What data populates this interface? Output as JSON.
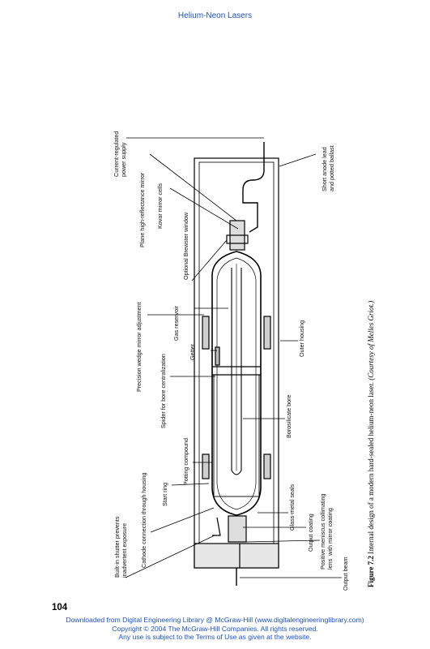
{
  "running_head": "Helium-Neon Lasers",
  "figure": {
    "labels_left": {
      "current_regulated": "Current-regulated\npower supply",
      "plane_mirror": "Plane high-reflectance mirror",
      "kovar": "Kovar mirror cells",
      "brewster": "Optional Brewster window",
      "precision": "Precision wedge mirror adjustment",
      "gas_reservoir": "Gas reservoir",
      "getter": "Getter",
      "spider": "Spider for bore centralization",
      "potting": "Potting compound",
      "start_ring": "Start ring",
      "cathode": "Cathode connection through housing",
      "shutter": "Built-in shutter prevents\ninadvertent exposure"
    },
    "labels_right": {
      "short_anode": "Short anode lead\nand potted ballast",
      "outer_housing": "Outer housing",
      "borosilicate": "Borosilicate bore",
      "glass_metal": "Glass-metal seals",
      "output_coating": "Output  coating",
      "meniscus": "Positive meniscus collimating\nlens  with mirror coating",
      "output_beam": "Output beam"
    }
  },
  "caption": {
    "number": "Figure 7.2",
    "text": " Internal design of a modern hard-sealed helium-neon laser. ",
    "courtesy": "(Courtesy of Melles Griot.)"
  },
  "page_number": "104",
  "footer": {
    "line1": "Downloaded from Digital Engineering Library @ McGraw-Hill (www.digitalengineeringlibrary.com)",
    "line2": "Copyright © 2004 The McGraw-Hill Companies. All rights reserved.",
    "line3": "Any use is subject to the Terms of Use as given at the website."
  }
}
